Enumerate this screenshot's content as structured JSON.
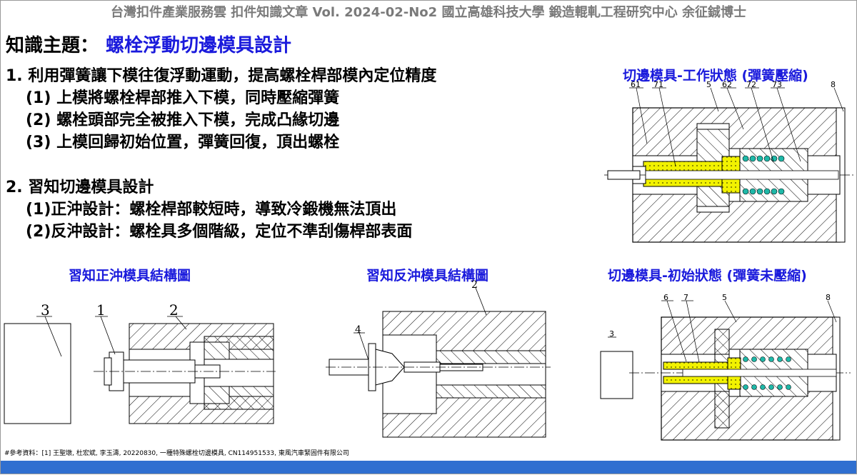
{
  "header": {
    "text": "台灣扣件產業服務雲  扣件知識文章  Vol. 2024-02-No2  國立高雄科技大學  鍛造輥軋工程研究中心  余征鋮博士"
  },
  "topic": {
    "label": "知識主題：",
    "value": "螺栓浮動切邊模具設計"
  },
  "section1": {
    "title": "1. 利用彈簧讓下模往復浮動運動，提高螺栓桿部模內定位精度",
    "items": [
      "(1) 上模將螺栓桿部推入下模，同時壓縮彈簧",
      "(2) 螺栓頭部完全被推入下模，完成凸緣切邊",
      "(3) 上模回歸初始位置，彈簧回復，頂出螺栓"
    ]
  },
  "section2": {
    "title": "2. 習知切邊模具設計",
    "items": [
      "(1)正沖設計：螺栓桿部較短時，導致冷鍛機無法頂出",
      "(2)反沖設計：螺栓具多個階級，定位不準刮傷桿部表面"
    ]
  },
  "captions": {
    "working_state": "切邊模具-工作狀態 (彈簧壓縮)",
    "forward_punch": "習知正沖模具結構圖",
    "reverse_punch": "習知反沖模具結構圖",
    "initial_state": "切邊模具-初始狀態 (彈簧未壓縮)"
  },
  "diagram_labels": {
    "working": [
      "61",
      "71",
      "5",
      "62",
      "72",
      "73",
      "8"
    ],
    "forward": [
      "3",
      "1",
      "2"
    ],
    "reverse": [
      "4",
      "2"
    ],
    "initial": [
      "6",
      "7",
      "5",
      "8",
      "3"
    ]
  },
  "reference": "#參考資料：[1] 王聖墩, 杜宏斌, 李玉濤, 20220830, 一種特殊螺栓切邊模具, CN114951533, 東風汽車緊固件有限公司",
  "colors": {
    "blue_text": "#1a1adc",
    "header_gray": "#7a7a7a",
    "yellow_part": "#f2f200",
    "spring": "#1fb8a8",
    "bottom_bar": "#2f6fd0"
  }
}
